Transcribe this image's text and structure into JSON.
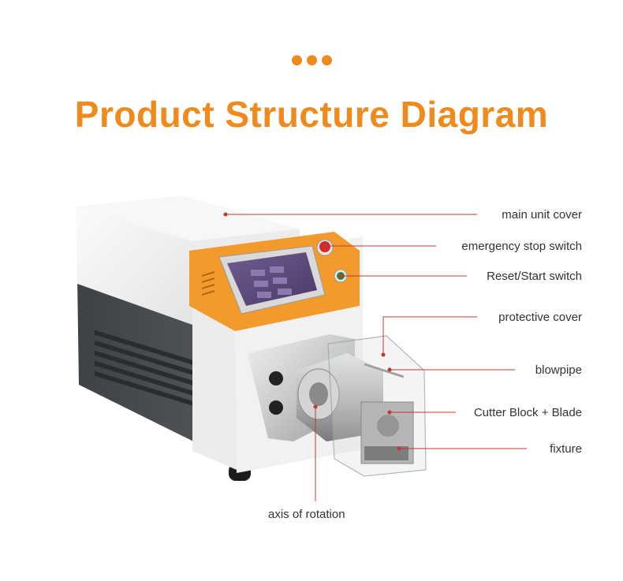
{
  "title": "Product Structure Diagram",
  "accent_color": "#f08a1c",
  "leader_color": "#c0392b",
  "labels": {
    "main_unit_cover": "main unit cover",
    "emergency_stop_switch": "emergency stop switch",
    "reset_start_switch": "Reset/Start switch",
    "protective_cover": "protective cover",
    "blowpipe": "blowpipe",
    "cutter_block_blade": "Cutter Block + Blade",
    "fixture": "fixture",
    "axis_of_rotation": "axis of rotation"
  }
}
